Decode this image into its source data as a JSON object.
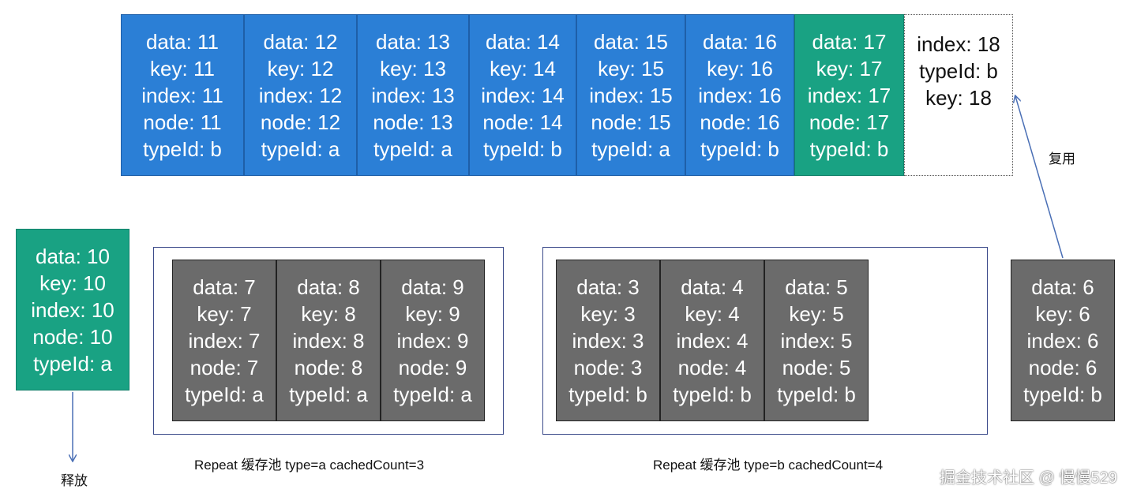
{
  "top_row": [
    {
      "lines": [
        "data: 11",
        "key: 11",
        "index: 11",
        "node: 11",
        "typeId: b"
      ],
      "style": "blue"
    },
    {
      "lines": [
        "data: 12",
        "key: 12",
        "index: 12",
        "node: 12",
        "typeId: a"
      ],
      "style": "blue"
    },
    {
      "lines": [
        "data: 13",
        "key: 13",
        "index: 13",
        "node: 13",
        "typeId: a"
      ],
      "style": "blue"
    },
    {
      "lines": [
        "data: 14",
        "key: 14",
        "index: 14",
        "node: 14",
        "typeId: b"
      ],
      "style": "blue"
    },
    {
      "lines": [
        "data: 15",
        "key: 15",
        "index: 15",
        "node: 15",
        "typeId: a"
      ],
      "style": "blue"
    },
    {
      "lines": [
        "data: 16",
        "key: 16",
        "index: 16",
        "node: 16",
        "typeId: b"
      ],
      "style": "blue"
    },
    {
      "lines": [
        "data: 17",
        "key: 17",
        "index: 17",
        "node: 17",
        "typeId: b"
      ],
      "style": "green"
    },
    {
      "lines": [
        "index: 18",
        "typeId: b",
        "key: 18"
      ],
      "style": "ghost"
    }
  ],
  "released_node": {
    "lines": [
      "data: 10",
      "key: 10",
      "index: 10",
      "node: 10",
      "typeId: a"
    ],
    "label": "释放"
  },
  "pool_a": {
    "caption": "Repeat 缓存池 type=a  cachedCount=3",
    "items": [
      {
        "lines": [
          "data: 7",
          "key: 7",
          "index: 7",
          "node: 7",
          "typeId: a"
        ]
      },
      {
        "lines": [
          "data: 8",
          "key: 8",
          "index: 8",
          "node: 8",
          "typeId: a"
        ]
      },
      {
        "lines": [
          "data: 9",
          "key: 9",
          "index: 9",
          "node: 9",
          "typeId: a"
        ]
      }
    ]
  },
  "pool_b": {
    "caption": "Repeat 缓存池 type=b  cachedCount=4",
    "items": [
      {
        "lines": [
          "data: 3",
          "key: 3",
          "index: 3",
          "node: 3",
          "typeId: b"
        ]
      },
      {
        "lines": [
          "data: 4",
          "key: 4",
          "index: 4",
          "node: 4",
          "typeId: b"
        ]
      },
      {
        "lines": [
          "data: 5",
          "key: 5",
          "index: 5",
          "node: 5",
          "typeId: b"
        ]
      }
    ]
  },
  "reused_node": {
    "lines": [
      "data: 6",
      "key: 6",
      "index: 6",
      "node: 6",
      "typeId: b"
    ],
    "label": "复用"
  },
  "watermark": "掘金技术社区 @ 慢慢529",
  "colors": {
    "blue": "#2b7fd6",
    "green": "#19a283",
    "gray": "#6b6b6b",
    "pool_border": "#3b4a8a",
    "arrow": "#4a6fb5"
  }
}
